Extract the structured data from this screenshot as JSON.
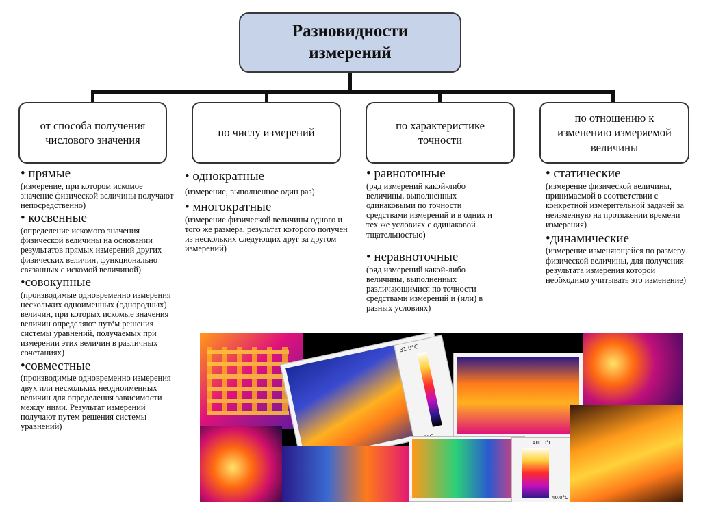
{
  "title": "Разновидности\nизмерений",
  "categories": [
    {
      "label": "от способа получения числового значения",
      "items": [
        {
          "head": "• прямые",
          "desc": "(измерение, при котором искомое значение физической величины получают непосредственно)"
        },
        {
          "head": "• косвенные",
          "desc": "(определение искомого значения физической величины на основании результатов прямых измерений других физических величин, функционально связанных с искомой величиной)"
        },
        {
          "head": "•совокупные",
          "desc": "(производимые одновременно измерения нескольких одноименных (однородных) величин, при которых искомые значения величин определяют путём решения системы уравнений, получаемых при измерении этих величин в различных сочетаниях)"
        },
        {
          "head": "•совместные",
          "desc": "(производимые одновременно измерения двух или нескольких неодноименных величин для определения зависимости между ними. Результат измерений получают путем решения системы уравнений)"
        }
      ]
    },
    {
      "label": "по числу измерений",
      "items": [
        {
          "head": "• однократные",
          "desc": "(измерение, выполненное один раз)"
        },
        {
          "head": "• многократные",
          "desc": "(измерение физической величины одного и того же размера, результат которого получен из нескольких следующих друг за другом измерений)"
        }
      ]
    },
    {
      "label": "по характеристике точности",
      "items": [
        {
          "head": "• равноточные",
          "desc": "(ряд измерений какой-либо величины, выполненных одинаковыми по точности средствами измерений и в одних и тех же условиях с одинаковой тщательностью)"
        },
        {
          "head": "• неравноточные",
          "desc": "(ряд измерений какой-либо величины, выполненных различающимися по точности средствами измерений и (или) в разных условиях)"
        }
      ]
    },
    {
      "label": "по отношению к изменению измеряемой величины",
      "items": [
        {
          "head": "• статические",
          "desc": "(измерение физической величины, принимаемой в соответствии с конкретной измерительной задачей за неизменную на протяжении времени измерения)"
        },
        {
          "head": "•динамические",
          "desc": "(измерение изменяющейся по размеру физической величины, для получения результата измерения которой необходимо учитывать это изменение)"
        }
      ]
    }
  ],
  "collage": {
    "scale_labels": [
      "31.0°C",
      "1.5°C",
      "400.0°C",
      "40.0°C"
    ]
  },
  "colors": {
    "root_fill": "#c7d3e8",
    "thermal_hot": "#ffd23a",
    "thermal_warm": "#ff7a1a",
    "thermal_mid": "#e0127a",
    "thermal_cold": "#2a1a8a"
  }
}
